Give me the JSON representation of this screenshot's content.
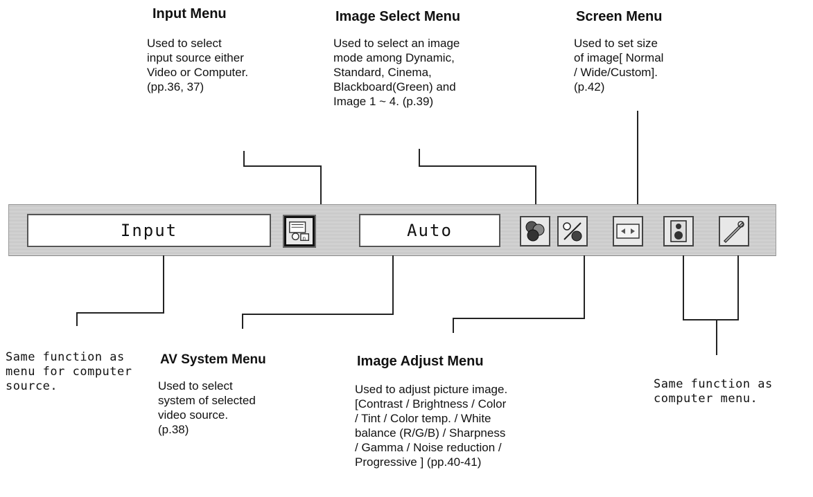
{
  "input_menu": {
    "title": "Input Menu",
    "desc": "Used to select\ninput source either\nVideo or Computer.\n(pp.36, 37)"
  },
  "image_select_menu": {
    "title": "Image Select Menu",
    "desc": "Used to select an image\nmode among Dynamic,\nStandard, Cinema,\nBlackboard(Green) and\nImage 1 ~ 4.  (p.39)"
  },
  "screen_menu": {
    "title": "Screen Menu",
    "desc": "Used to set size\nof image[ Normal\n/ Wide/Custom].\n(p.42)"
  },
  "toolbar": {
    "input_label": "Input",
    "auto_label": "Auto",
    "icons": [
      "input-icon",
      "image-select-icon",
      "image-adjust-icon",
      "screen-icon",
      "sound-icon",
      "setting-icon"
    ]
  },
  "same_function_left": "Same function as\nmenu for computer\nsource.",
  "av_system_menu": {
    "title": "AV System Menu",
    "desc": "Used to select\nsystem of selected\nvideo source.\n(p.38)"
  },
  "image_adjust_menu": {
    "title": "Image Adjust Menu",
    "desc": "Used to adjust picture image.\n[Contrast / Brightness / Color\n/ Tint / Color temp. / White\nbalance (R/G/B) / Sharpness\n/ Gamma / Noise reduction /\nProgressive ]  (pp.40-41)"
  },
  "same_function_right": "Same function as\ncomputer menu."
}
